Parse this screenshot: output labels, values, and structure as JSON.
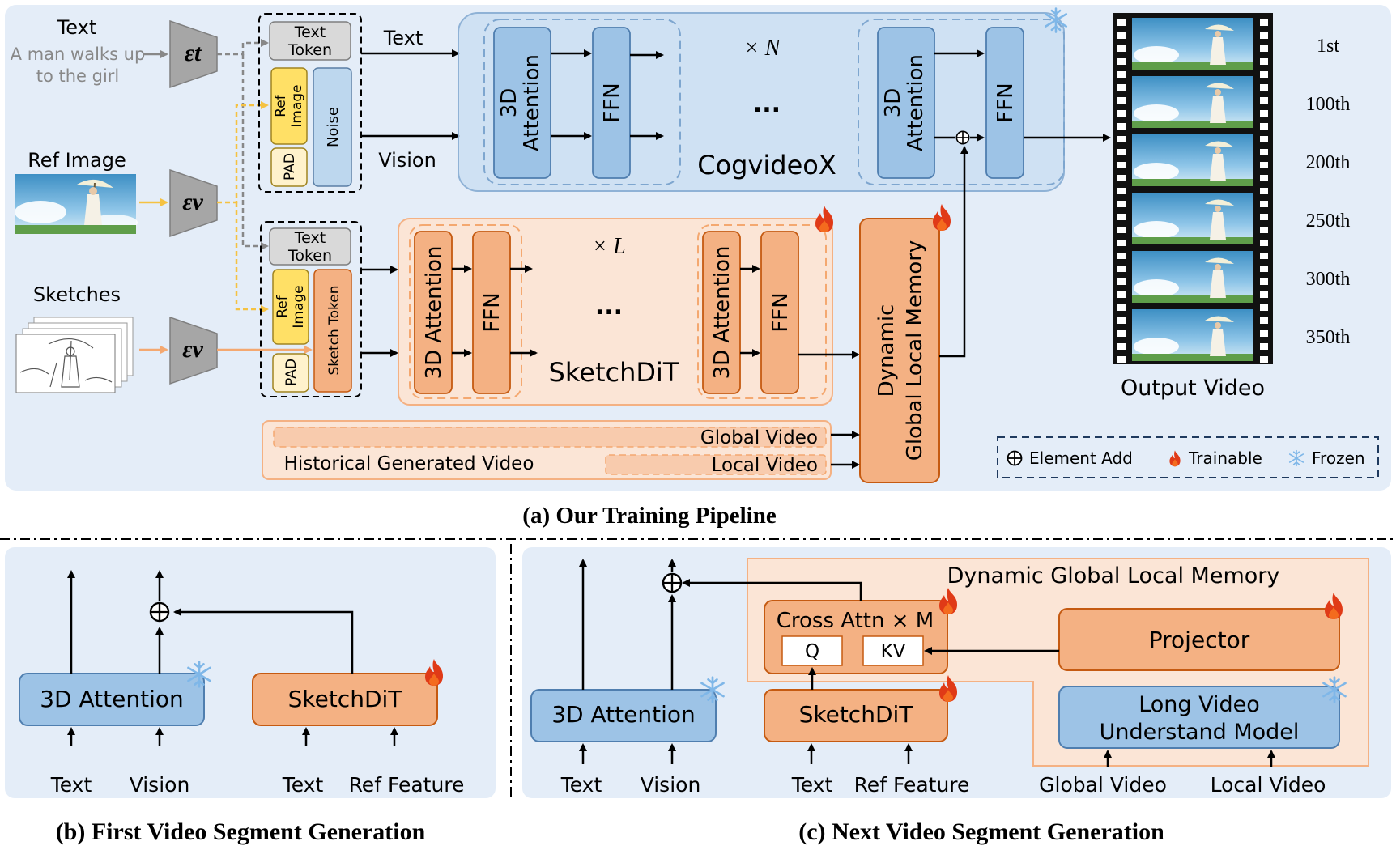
{
  "top": {
    "text_input_label": "Text",
    "prompt_line1": "A man walks up",
    "prompt_line2": "to the girl",
    "ref_image_label": "Ref Image",
    "sketches_label": "Sketches",
    "encoder_text": "εt",
    "encoder_vision": "εv",
    "text_token_l1": "Text",
    "text_token_l2": "Token",
    "ref_l1": "Ref",
    "ref_l2": "Image",
    "noise": "Noise",
    "pad": "PAD",
    "sketch_token": "Sketch Token",
    "stream_text": "Text",
    "stream_vision": "Vision",
    "attn_l1": "3D",
    "attn_l2": "Attention",
    "attn_single": "3D Attention",
    "ffn": "FFN",
    "times_n": "× N",
    "times_l": "× L",
    "dots": "...",
    "cogvideox": "CogvideoX",
    "sketchdit": "SketchDiT",
    "memory_l1": "Dynamic",
    "memory_l2": "Global Local Memory",
    "global_video": "Global Video",
    "local_video": "Local Video",
    "historical": "Historical Generated Video",
    "output_video": "Output Video",
    "frame_labels": [
      "1st",
      "100th",
      "200th",
      "250th",
      "300th",
      "350th"
    ],
    "legend": {
      "element_add": "Element Add",
      "trainable": "Trainable",
      "frozen": "Frozen"
    },
    "caption": "(a) Our Training Pipeline"
  },
  "panel_b": {
    "attention": "3D Attention",
    "sketchdit": "SketchDiT",
    "in_text": "Text",
    "in_vision": "Vision",
    "in_text2": "Text",
    "in_ref": "Ref Feature",
    "caption": "(b) First Video Segment Generation"
  },
  "panel_c": {
    "memory_title": "Dynamic Global Local Memory",
    "cross_attn": "Cross Attn × M",
    "q": "Q",
    "kv": "KV",
    "projector": "Projector",
    "long_l1": "Long Video",
    "long_l2": "Understand Model",
    "attention": "3D Attention",
    "sketchdit": "SketchDiT",
    "in_text": "Text",
    "in_vision": "Vision",
    "in_text2": "Text",
    "in_ref": "Ref Feature",
    "in_global": "Global Video",
    "in_local": "Local Video",
    "caption": "(c) Next Video Segment Generation"
  },
  "colors": {
    "frozen_blue": "#9dc3e6",
    "trainable_orange": "#f4b183",
    "panel_bg": "#e4edf8",
    "peach_bg": "#fbe5d6",
    "token_yellow": "#ffe699",
    "token_gray": "#d9d9d9",
    "noise_blue": "#bdd7ee",
    "fire": "#e03a17",
    "snow": "#7fb7e8"
  }
}
